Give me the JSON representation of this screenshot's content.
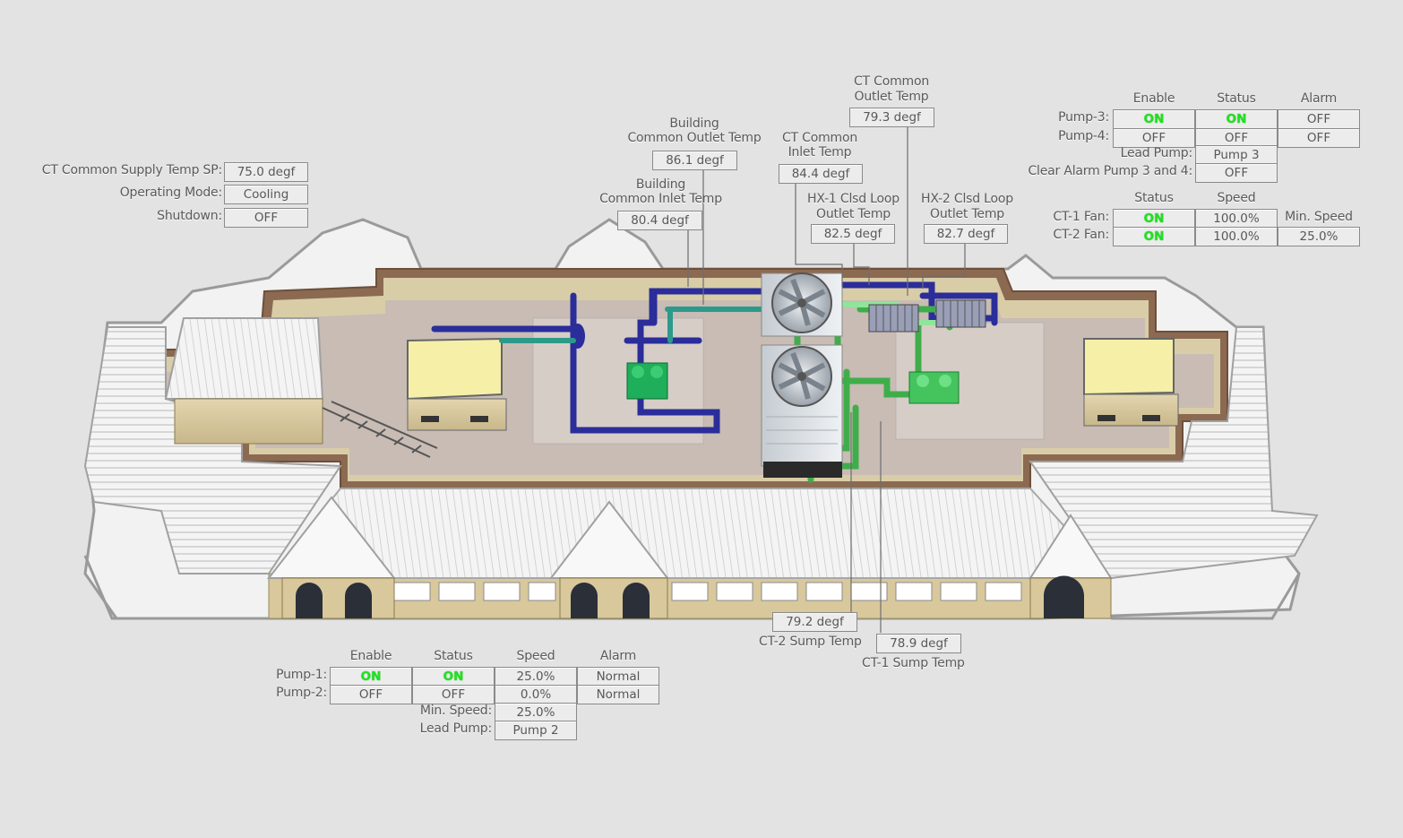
{
  "colors": {
    "background": "#e3e3e3",
    "on": "#22e022",
    "pipe_blue": "#2a2d9a",
    "pipe_green": "#3fae4a",
    "pipe_teal": "#2c9a8a"
  },
  "system": {
    "ct_supply_sp_label": "CT Common Supply Temp SP:",
    "ct_supply_sp_value": "75.0 degf",
    "mode_label": "Operating Mode:",
    "mode_value": "Cooling",
    "shutdown_label": "Shutdown:",
    "shutdown_value": "OFF"
  },
  "temps": {
    "bldg_outlet": {
      "line1": "Building",
      "line2": "Common Outlet Temp",
      "value": "86.1 degf"
    },
    "bldg_inlet": {
      "line1": "Building",
      "line2": "Common Inlet Temp",
      "value": "80.4 degf"
    },
    "ct_inlet": {
      "line1": "CT Common",
      "line2": "Inlet Temp",
      "value": "84.4 degf"
    },
    "ct_outlet": {
      "line1": "CT Common",
      "line2": "Outlet Temp",
      "value": "79.3 degf"
    },
    "hx1_outlet": {
      "line1": "HX-1 Clsd Loop",
      "line2": "Outlet Temp",
      "value": "82.5 degf"
    },
    "hx2_outlet": {
      "line1": "HX-2 Clsd Loop",
      "line2": "Outlet Temp",
      "value": "82.7 degf"
    },
    "ct2_sump": {
      "label": "CT-2 Sump Temp",
      "value": "79.2 degf"
    },
    "ct1_sump": {
      "label": "CT-1 Sump Temp",
      "value": "78.9 degf"
    }
  },
  "pumps_34": {
    "headers": [
      "Enable",
      "Status",
      "Alarm"
    ],
    "rows": [
      {
        "label": "Pump-3:",
        "enable": "ON",
        "status": "ON",
        "alarm": "OFF"
      },
      {
        "label": "Pump-4:",
        "enable": "OFF",
        "status": "OFF",
        "alarm": "OFF"
      }
    ],
    "lead_label": "Lead Pump:",
    "lead_value": "Pump 3",
    "clear_label": "Clear Alarm Pump 3 and 4:",
    "clear_value": "OFF"
  },
  "fans": {
    "headers": [
      "Status",
      "Speed"
    ],
    "min_speed_label": "Min. Speed",
    "min_speed_value": "25.0%",
    "rows": [
      {
        "label": "CT-1 Fan:",
        "status": "ON",
        "speed": "100.0%"
      },
      {
        "label": "CT-2 Fan:",
        "status": "ON",
        "speed": "100.0%"
      }
    ]
  },
  "pumps_12": {
    "headers": [
      "Enable",
      "Status",
      "Speed",
      "Alarm"
    ],
    "rows": [
      {
        "label": "Pump-1:",
        "enable": "ON",
        "status": "ON",
        "speed": "25.0%",
        "alarm": "Normal"
      },
      {
        "label": "Pump-2:",
        "enable": "OFF",
        "status": "OFF",
        "speed": "0.0%",
        "alarm": "Normal"
      }
    ],
    "min_speed_label": "Min. Speed:",
    "min_speed_value": "25.0%",
    "lead_label": "Lead Pump:",
    "lead_value": "Pump 2"
  }
}
